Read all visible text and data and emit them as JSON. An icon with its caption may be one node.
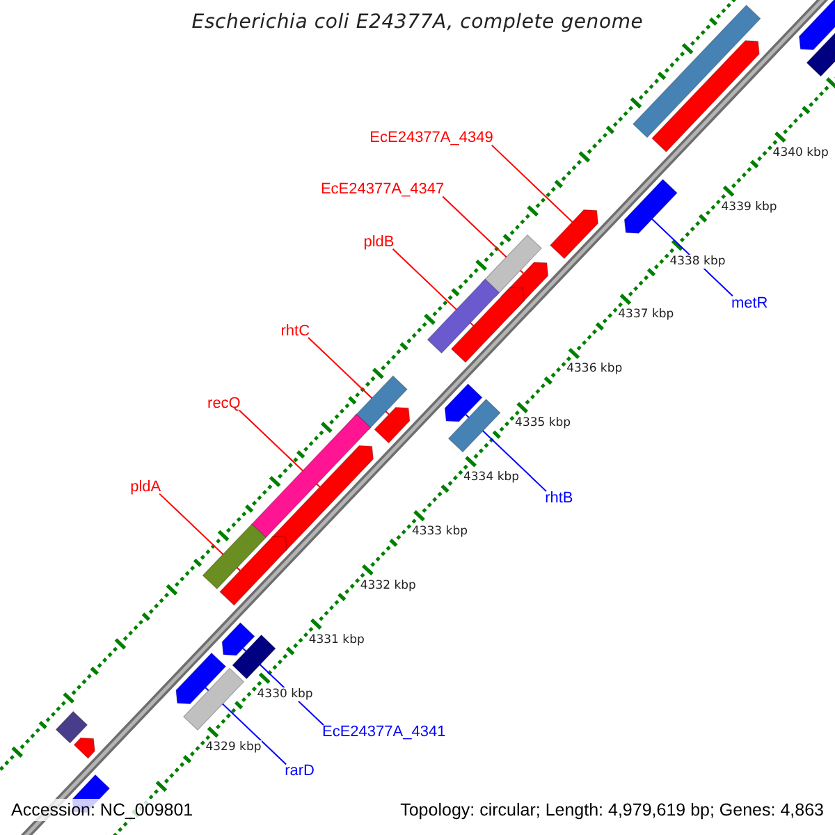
{
  "diagram": {
    "title": "Escherichia coli E24377A, complete genome",
    "nodes": [
      {
        "text": [
          "EcE24377A_4349"
        ]
      },
      {
        "text": [
          "EcE24377A_4347"
        ]
      },
      {
        "text": [
          "pldB"
        ]
      },
      {
        "text": [
          "metR"
        ]
      },
      {
        "text": [
          "rhtC"
        ]
      },
      {
        "text": [
          "recQ"
        ]
      },
      {
        "text": [
          "pldA"
        ]
      },
      {
        "text": [
          "rhtB"
        ]
      },
      {
        "text": [
          "EcE24377A_4341"
        ]
      },
      {
        "text": [
          "rarD"
        ]
      },
      {
        "text": [],
        "shape": "arrow"
      },
      {
        "text": [],
        "shape": "arrow"
      },
      {
        "text": [],
        "shape": "arrow"
      },
      {
        "text": [],
        "shape": "arrow"
      },
      {
        "text": [],
        "shape": "arrow"
      },
      {
        "text": [],
        "shape": "arrow"
      },
      {
        "text": [],
        "shape": "arrow"
      },
      {
        "text": [],
        "shape": "arrow"
      },
      {
        "text": [],
        "shape": "arrow"
      },
      {
        "text": [],
        "shape": "arrow"
      },
      {
        "text": [],
        "shape": "arrow"
      },
      {
        "text": [],
        "shape": "arrow"
      },
      {
        "text": [],
        "shape": "arrow"
      },
      {
        "text": [],
        "shape": "arrow"
      }
    ],
    "edges": [
      {
        "from": 0,
        "to": 11,
        "arrow": "none"
      },
      {
        "from": 1,
        "to": 12,
        "arrow": "none"
      },
      {
        "from": 2,
        "to": 13,
        "arrow": "none"
      },
      {
        "from": 3,
        "to": 10,
        "arrow": "none",
        "color": "#0000ff"
      },
      {
        "from": 4,
        "to": 15,
        "arrow": "none"
      },
      {
        "from": 5,
        "to": 16,
        "arrow": "none"
      },
      {
        "from": 6,
        "to": 17,
        "arrow": "none"
      },
      {
        "from": 7,
        "to": 14,
        "arrow": "none",
        "color": "#0000ff"
      },
      {
        "from": 8,
        "to": 18,
        "arrow": "none",
        "color": "#0000ff"
      },
      {
        "from": 9,
        "to": 19,
        "arrow": "none",
        "color": "#0000ff"
      }
    ],
    "labels": [
      "4340 kbp",
      "4339 kbp",
      "4338 kbp",
      "4337 kbp",
      "4336 kbp",
      "4335 kbp",
      "4334 kbp",
      "4333 kbp",
      "4332 kbp",
      "4331 kbp",
      "4330 kbp",
      "4329 kbp",
      "Accession: NC_009801",
      "Topology: circular; Length: 4,979,619 bp; Genes: 4,863"
    ]
  }
}
